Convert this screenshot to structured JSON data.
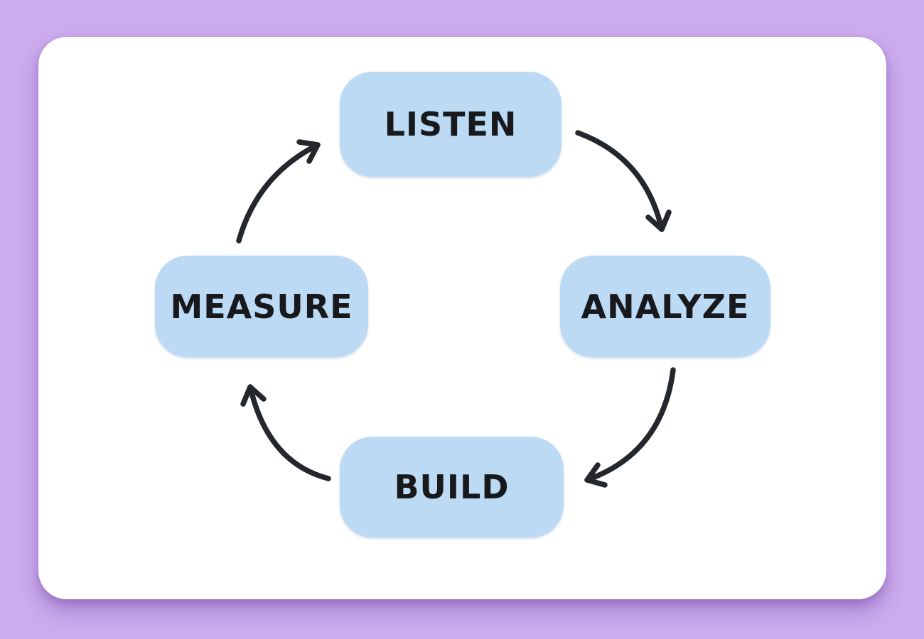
{
  "diagram": {
    "type": "cycle",
    "nodes": [
      {
        "id": "listen",
        "label": "LISTEN"
      },
      {
        "id": "analyze",
        "label": "ANALYZE"
      },
      {
        "id": "build",
        "label": "BUILD"
      },
      {
        "id": "measure",
        "label": "MEASURE"
      }
    ],
    "edges": [
      {
        "from": "listen",
        "to": "analyze",
        "style": "curved-arrow-clockwise"
      },
      {
        "from": "analyze",
        "to": "build",
        "style": "curved-arrow-clockwise"
      },
      {
        "from": "build",
        "to": "measure",
        "style": "curved-arrow-clockwise"
      },
      {
        "from": "measure",
        "to": "listen",
        "style": "curved-arrow-clockwise"
      }
    ],
    "colors": {
      "background": "#ccabee",
      "card": "#ffffff",
      "node_fill": "#bddaf5",
      "node_text": "#17191c",
      "arrow": "#24272b"
    }
  }
}
